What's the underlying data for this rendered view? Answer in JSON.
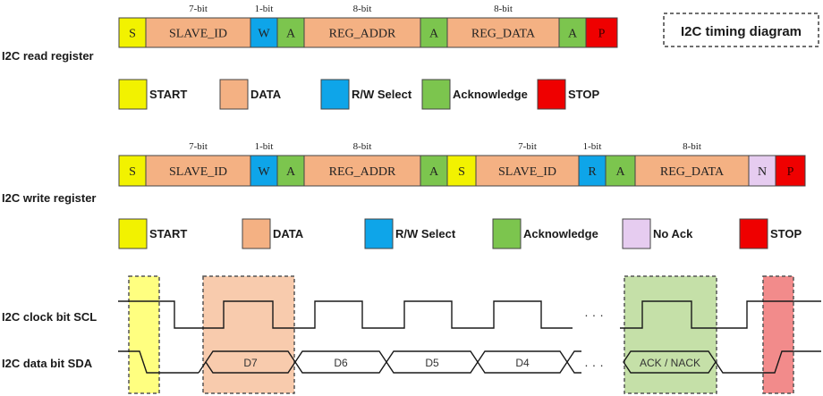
{
  "title": "I2C timing diagram",
  "colors": {
    "start": "#f2f200",
    "data": "#f4b183",
    "rw": "#0ea5e9",
    "ack": "#7cc54e",
    "nack": "#e6ccf0",
    "stop": "#ef0000",
    "start_window": "#ffff80",
    "data_window": "#f8cbad",
    "ack_window": "#c5e0a8",
    "stop_window": "#f28b8b"
  },
  "read_register": {
    "label": "I2C read register",
    "fields": [
      {
        "text": "S",
        "kind": "start"
      },
      {
        "text": "SLAVE_ID",
        "kind": "data",
        "bits": "7-bit"
      },
      {
        "text": "W",
        "kind": "rw",
        "bits": "1-bit"
      },
      {
        "text": "A",
        "kind": "ack"
      },
      {
        "text": "REG_ADDR",
        "kind": "data",
        "bits": "8-bit"
      },
      {
        "text": "A",
        "kind": "ack"
      },
      {
        "text": "REG_DATA",
        "kind": "data",
        "bits": "8-bit"
      },
      {
        "text": "A",
        "kind": "ack"
      },
      {
        "text": "P",
        "kind": "stop"
      }
    ],
    "legend": [
      {
        "text": "START",
        "kind": "start"
      },
      {
        "text": "DATA",
        "kind": "data"
      },
      {
        "text": "R/W Select",
        "kind": "rw"
      },
      {
        "text": "Acknowledge",
        "kind": "ack"
      },
      {
        "text": "STOP",
        "kind": "stop"
      }
    ]
  },
  "write_register": {
    "label": "I2C write register",
    "fields": [
      {
        "text": "S",
        "kind": "start"
      },
      {
        "text": "SLAVE_ID",
        "kind": "data",
        "bits": "7-bit"
      },
      {
        "text": "W",
        "kind": "rw",
        "bits": "1-bit"
      },
      {
        "text": "A",
        "kind": "ack"
      },
      {
        "text": "REG_ADDR",
        "kind": "data",
        "bits": "8-bit"
      },
      {
        "text": "A",
        "kind": "ack"
      },
      {
        "text": "S",
        "kind": "start"
      },
      {
        "text": "SLAVE_ID",
        "kind": "data",
        "bits": "7-bit"
      },
      {
        "text": "R",
        "kind": "rw",
        "bits": "1-bit"
      },
      {
        "text": "A",
        "kind": "ack"
      },
      {
        "text": "REG_DATA",
        "kind": "data",
        "bits": "8-bit"
      },
      {
        "text": "N",
        "kind": "nack"
      },
      {
        "text": "P",
        "kind": "stop"
      }
    ],
    "legend": [
      {
        "text": "START",
        "kind": "start"
      },
      {
        "text": "DATA",
        "kind": "data"
      },
      {
        "text": "R/W Select",
        "kind": "rw"
      },
      {
        "text": "Acknowledge",
        "kind": "ack"
      },
      {
        "text": "No Ack",
        "kind": "nack"
      },
      {
        "text": "STOP",
        "kind": "stop"
      }
    ]
  },
  "timing": {
    "scl_label": "I2C clock bit SCL",
    "sda_label": "I2C data bit SDA",
    "data_bits": [
      "D7",
      "D6",
      "D5",
      "D4"
    ],
    "ellipsis": "· · ·",
    "ack_label": "ACK / NACK"
  }
}
